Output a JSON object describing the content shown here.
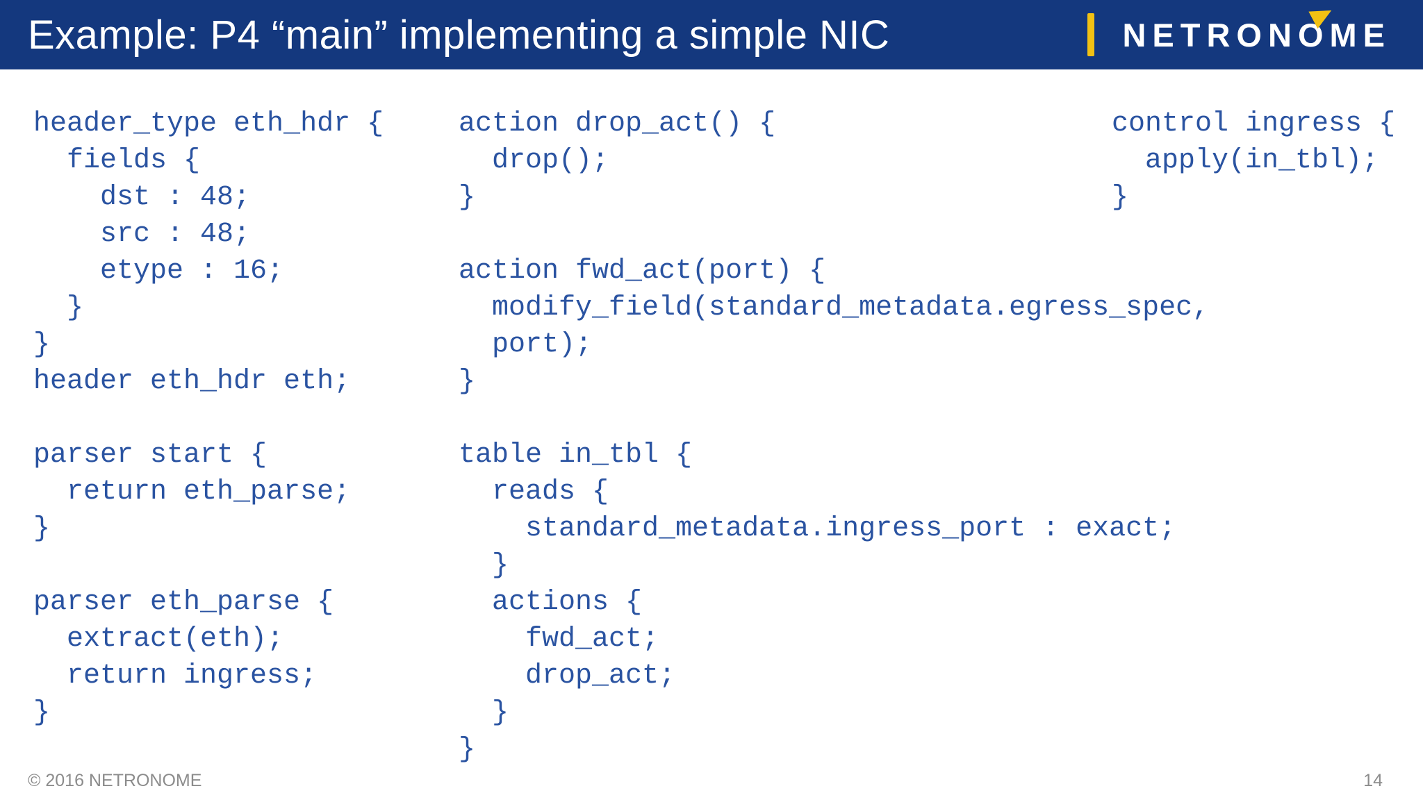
{
  "slide": {
    "title": "Example: P4 “main” implementing a simple NIC",
    "copyright": "© 2016 NETRONOME",
    "page_number": "14"
  },
  "logo": {
    "brand_pre": "NETRON",
    "brand_o": "O",
    "brand_post": "ME",
    "play_icon": "play-triangle"
  },
  "colors": {
    "header_bg": "#14387E",
    "code_text": "#2A53A1",
    "accent_yellow": "#F2C113",
    "footer_text": "#8C8C8C",
    "background": "#FFFFFF"
  },
  "code": {
    "left": "header_type eth_hdr {\n  fields {\n    dst : 48;\n    src : 48;\n    etype : 16;\n  }\n}\nheader eth_hdr eth;\n\nparser start {\n  return eth_parse;\n}\n\nparser eth_parse {\n  extract(eth);\n  return ingress;\n}",
    "middle": "action drop_act() {\n  drop();\n}\n\naction fwd_act(port) {\n  modify_field(standard_metadata.egress_spec,\n  port);\n}\n\ntable in_tbl {\n  reads {\n    standard_metadata.ingress_port : exact;\n  }\n  actions {\n    fwd_act;\n    drop_act;\n  }\n}",
    "right": "control ingress {\n  apply(in_tbl);\n}"
  }
}
